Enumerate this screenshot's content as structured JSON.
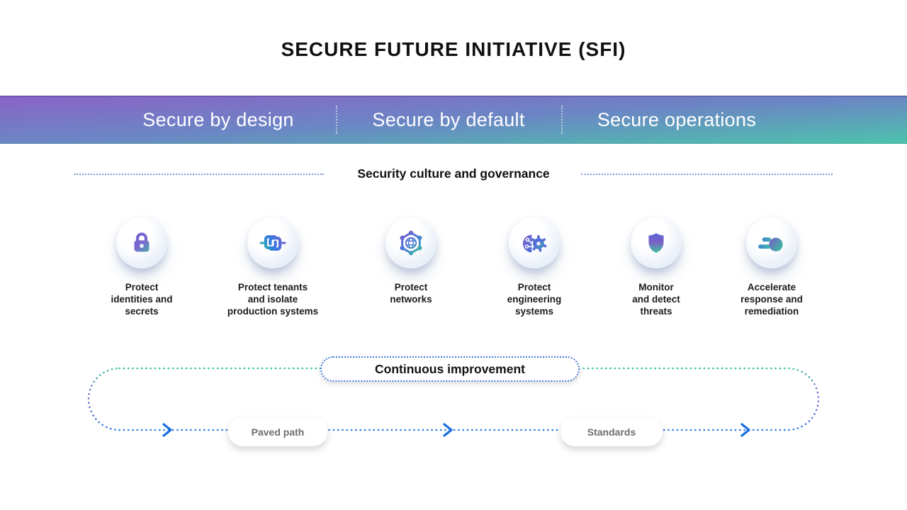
{
  "title": "SECURE FUTURE INITIATIVE (SFI)",
  "banner": {
    "items": [
      {
        "label": "Secure by design"
      },
      {
        "label": "Secure by default"
      },
      {
        "label": "Secure operations"
      }
    ],
    "gradient": {
      "start": "#8a63c8",
      "mid": "#6b86c4",
      "end": "#4cc3ac"
    },
    "text_color": "#ffffff"
  },
  "governance": {
    "label": "Security culture and governance",
    "line_color": "#6b82cf"
  },
  "pillars": [
    {
      "icon": "lock-icon",
      "label": "Protect identities and secrets",
      "lines": [
        "Protect",
        "identities and",
        "secrets"
      ]
    },
    {
      "icon": "interlocked-tenants-icon",
      "label": "Protect tenants and isolate production systems",
      "lines": [
        "Protect tenants",
        "and isolate",
        "production systems"
      ]
    },
    {
      "icon": "network-globe-icon",
      "label": "Protect networks",
      "lines": [
        "Protect",
        "networks"
      ]
    },
    {
      "icon": "brain-gear-icon",
      "label": "Protect engineering systems",
      "lines": [
        "Protect",
        "engineering",
        "systems"
      ]
    },
    {
      "icon": "shield-icon",
      "label": "Monitor and detect threats",
      "lines": [
        "Monitor",
        "and detect",
        "threats"
      ]
    },
    {
      "icon": "speeding-dot-icon",
      "label": "Accelerate response and remediation",
      "lines": [
        "Accelerate",
        "response and",
        "remediation"
      ]
    }
  ],
  "loop": {
    "continuous_label": "Continuous improvement",
    "paved_path_label": "Paved path",
    "standards_label": "Standards",
    "stroke_top_color": "#3fbfa3",
    "stroke_mid_color": "#7f6ccc",
    "stroke_bottom_color": "#2e7ce0",
    "arrow_color": "#1c6fe3",
    "pill_border_color": "#4b79d9",
    "pill_text_color": "#6e6e6e"
  },
  "icon_colors": {
    "purple": "#7b5cc9",
    "blue": "#2f7ce0",
    "teal": "#35c19e"
  }
}
